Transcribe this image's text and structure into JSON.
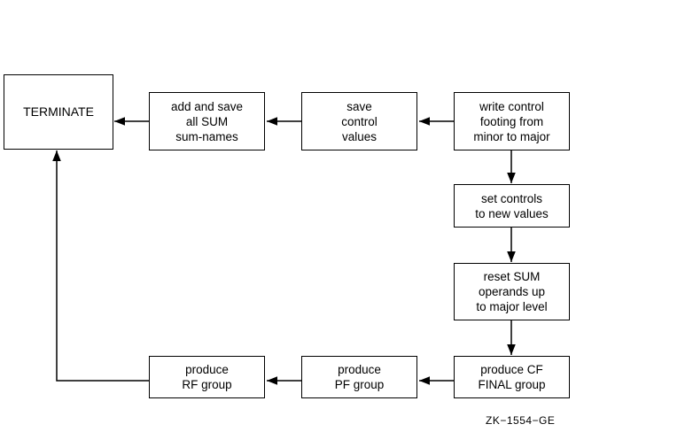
{
  "nodes": {
    "terminate": [
      "TERMINATE"
    ],
    "add_save": [
      "add and save",
      "all SUM",
      "sum-names"
    ],
    "save_control": [
      "save",
      "control",
      "values"
    ],
    "write_control": [
      "write control",
      "footing from",
      "minor to major"
    ],
    "set_controls": [
      "set controls",
      "to new values"
    ],
    "reset_sum": [
      "reset SUM",
      "operands up",
      "to major level"
    ],
    "produce_cf": [
      "produce CF",
      "FINAL group"
    ],
    "produce_pf": [
      "produce",
      "PF group"
    ],
    "produce_rf": [
      "produce",
      "RF group"
    ]
  },
  "figure_id": "ZK−1554−GE"
}
